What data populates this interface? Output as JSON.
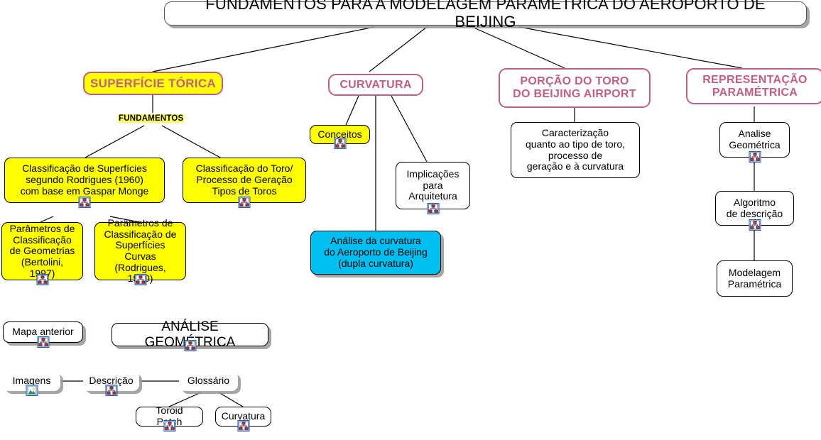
{
  "map": {
    "title": "FUNDAMENTOS PARA A MODELAGEM PARAMÉTRICA DO AEROPORTO DE BEIJING",
    "background": "#ffffff",
    "colors": {
      "yellow": "#ffff00",
      "cyan": "#00bff0",
      "pink": "#c0607f",
      "highlight": "#ffff66",
      "line": "#000000",
      "shadow": "#969696"
    }
  },
  "nodes": {
    "superficie_torica": {
      "label": "SUPERFÍCIE TÓRICA",
      "style": "pink-yellow",
      "icon": "none"
    },
    "curvatura": {
      "label": "CURVATURA",
      "style": "pink-outline",
      "icon": "none"
    },
    "porcao_toro": {
      "label": "PORÇÃO DO TORO\nDO BEIJING AIRPORT",
      "style": "pink-outline",
      "icon": "none"
    },
    "representacao": {
      "label": "REPRESENTAÇÃO\nPARAMÉTRICA",
      "style": "pink-outline",
      "icon": "none"
    },
    "fundamentos_link": {
      "label": "FUNDAMENTOS"
    },
    "classificacao_superficies": {
      "label": "Classificação de Superfícies\nsegundo Rodrigues (1960)\ncom base em Gaspar Monge",
      "style": "yellow",
      "icon": "concept-map-icon"
    },
    "classificacao_toro": {
      "label": "Classificação do Toro/\nProcesso de Geração\nTipos de Toros",
      "style": "yellow",
      "icon": "concept-map-icon"
    },
    "parametros_geometrias": {
      "label": "Parâmetros de\nClassificação\nde Geometrias\n(Bertolini, 1997)",
      "style": "yellow",
      "icon": "concept-map-icon"
    },
    "parametros_superficies": {
      "label": "Parâmetros de\nClassificação de\nSuperfícies Curvas\n(Rodrigues, 1960)",
      "style": "yellow",
      "icon": "concept-map-icon"
    },
    "conceitos": {
      "label": "Conceitos",
      "style": "yellow",
      "icon": "concept-map-icon"
    },
    "implicacoes": {
      "label": "Implicações\npara\nArquitetura",
      "style": "white",
      "icon": "concept-map-icon"
    },
    "analise_curvatura": {
      "label": "Análise da curvatura\ndo Aeroporto de Beijing\n(dupla curvatura)",
      "style": "cyan",
      "icon": "none"
    },
    "caracterizacao": {
      "label": "Caracterização\nquanto ao tipo de toro,\nprocesso de\ngeração e à curvatura",
      "style": "white",
      "icon": "none"
    },
    "analise_geometrica_node": {
      "label": "Analise\nGeométrica",
      "style": "white",
      "icon": "concept-map-icon"
    },
    "algoritmo": {
      "label": "Algoritmo\nde descrição",
      "style": "white",
      "icon": "concept-map-icon"
    },
    "modelagem": {
      "label": "Modelagem\nParamétrica",
      "style": "white",
      "icon": "none"
    }
  },
  "nav": {
    "mapa_anterior": {
      "label": "Mapa anterior",
      "icon": "concept-map-icon"
    },
    "analise_geometrica": {
      "label": "ANÁLISE GEOMÉTRICA",
      "icon": "concept-map-icon"
    },
    "imagens": {
      "label": "Imagens",
      "icon": "image-icon"
    },
    "descricao": {
      "label": "Descrição",
      "icon": "concept-map-icon"
    },
    "glossario": {
      "label": "Glossário",
      "icon": "none"
    },
    "toroid_patch": {
      "label": "Toroid Patch",
      "icon": "concept-map-icon"
    },
    "curvatura_nav": {
      "label": "Curvatura",
      "icon": "concept-map-icon"
    }
  }
}
